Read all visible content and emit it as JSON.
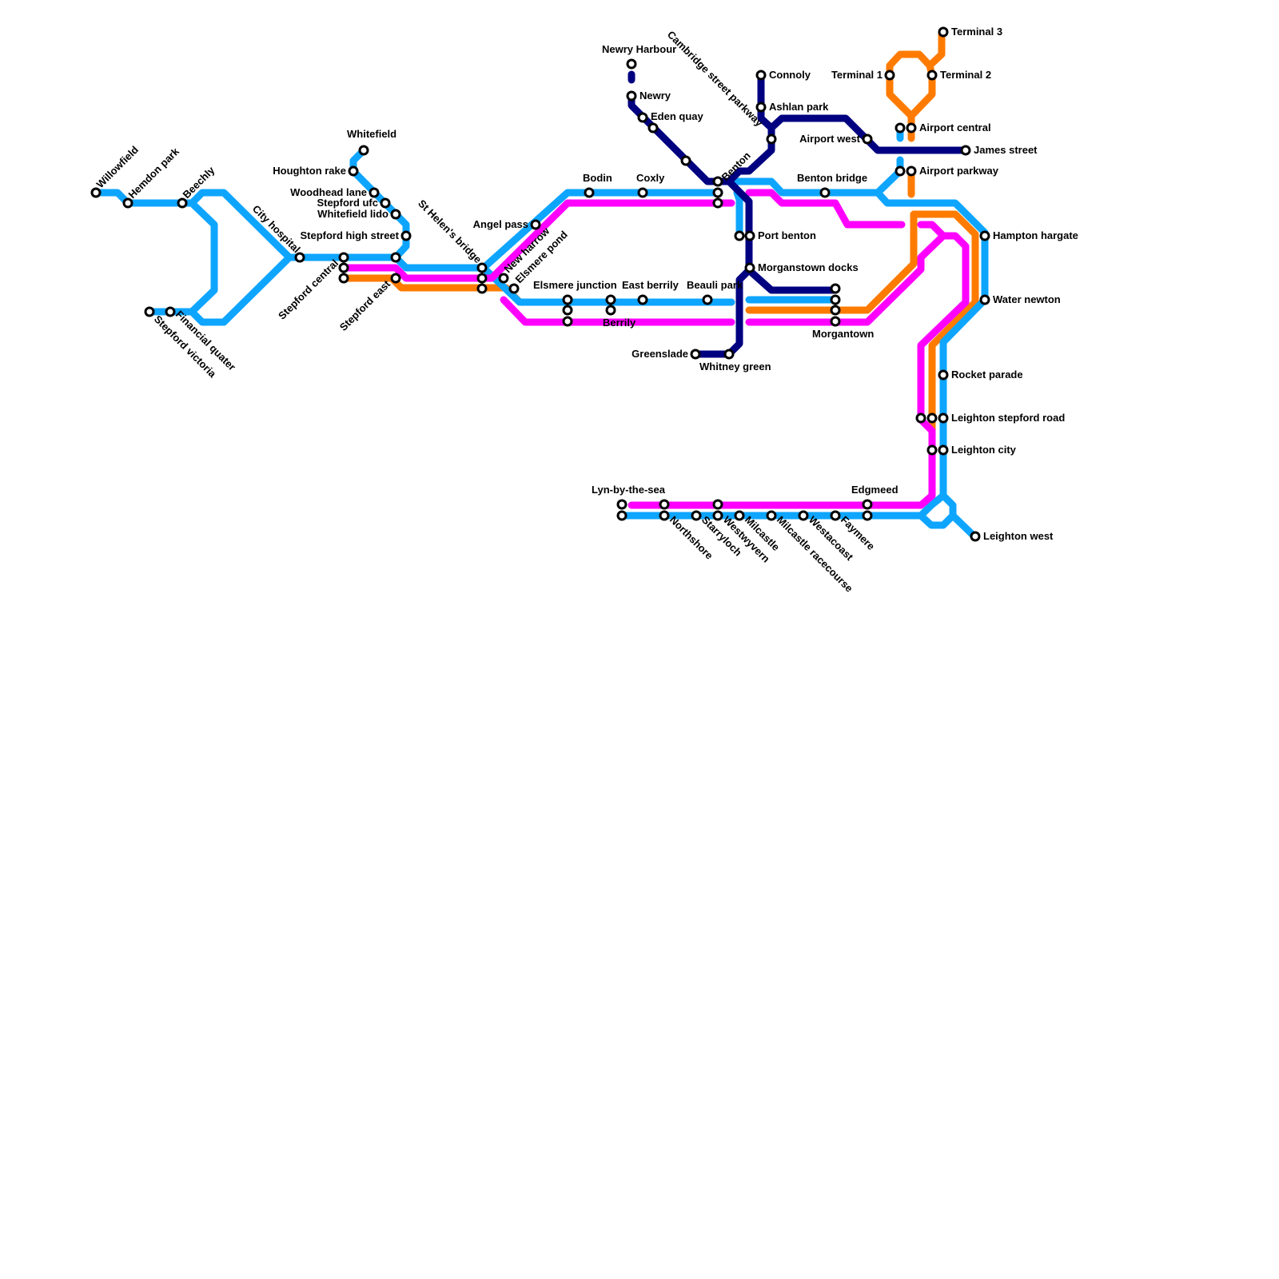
{
  "colors": {
    "blue": "#0ea5ff",
    "magenta": "#ff00ff",
    "orange": "#ff7b00",
    "navy": "#000080",
    "station_fill": "#ffffff",
    "station_stroke": "#000000",
    "background": "#ffffff"
  },
  "lines": [
    {
      "id": "blue",
      "color": "#0ea5ff"
    },
    {
      "id": "magenta",
      "color": "#ff00ff"
    },
    {
      "id": "orange",
      "color": "#ff7b00"
    },
    {
      "id": "navy",
      "color": "#000080"
    }
  ],
  "stations": {
    "willowfield": "Willowfield",
    "hemdon_park": "Hemdon park",
    "beechly": "Beechly",
    "city_hospital": "City hospital",
    "stepford_victoria": "Stepford victoria",
    "financial_quater": "Financial quater",
    "whitefield": "Whitefield",
    "houghton_rake": "Houghton rake",
    "woodhead_lane": "Woodhead lane",
    "stepford_ufc": "Stepford ufc",
    "whitefield_lido": "Whitefield lido",
    "stepford_high_street": "Stepford high street",
    "stepford_central": "Stepford central",
    "stepford_east": "Stepford east",
    "st_helens_bridge": "St Helen's bridge",
    "angel_pass": "Angel pass",
    "new_harrow": "New harrow",
    "elsmere_pond": "Elsmere pond",
    "bodin": "Bodin",
    "coxly": "Coxly",
    "elsmere_junction": "Elsmere junction",
    "east_berrily": "East berrily",
    "berrily": "Berrily",
    "beauli_park": "Beauli park",
    "newry_harbour": "Newry Harbour",
    "newry": "Newry",
    "eden_quay": "Eden quay",
    "cambridge_street_parkway": "Cambridge street parkway",
    "benton": "Benton",
    "connoly": "Connoly",
    "ashlan_park": "Ashlan park",
    "port_benton": "Port benton",
    "morganstown_docks": "Morganstown docks",
    "greenslade": "Greenslade",
    "whitney_green": "Whitney green",
    "benton_bridge": "Benton bridge",
    "airport_west": "Airport west",
    "morgantown": "Morgantown",
    "terminal_1": "Terminal 1",
    "terminal_2": "Terminal 2",
    "terminal_3": "Terminal 3",
    "airport_central": "Airport central",
    "james_street": "James street",
    "airport_parkway": "Airport parkway",
    "hampton_hargate": "Hampton hargate",
    "water_newton": "Water newton",
    "rocket_parade": "Rocket parade",
    "leighton_stepford_road": "Leighton stepford road",
    "leighton_city": "Leighton city",
    "leighton_west": "Leighton west",
    "lyn_by_the_sea": "Lyn-by-the-sea",
    "northshore": "Northshore",
    "starryloch": "Starryloch",
    "westwyvern": "Westwyvern",
    "milcastle": "Milcastle",
    "milcastle_racecourse": "Milcastle racecourse",
    "westacoast": "Westacoast",
    "faymere": "Faymere",
    "edgmeed": "Edgmeed"
  }
}
